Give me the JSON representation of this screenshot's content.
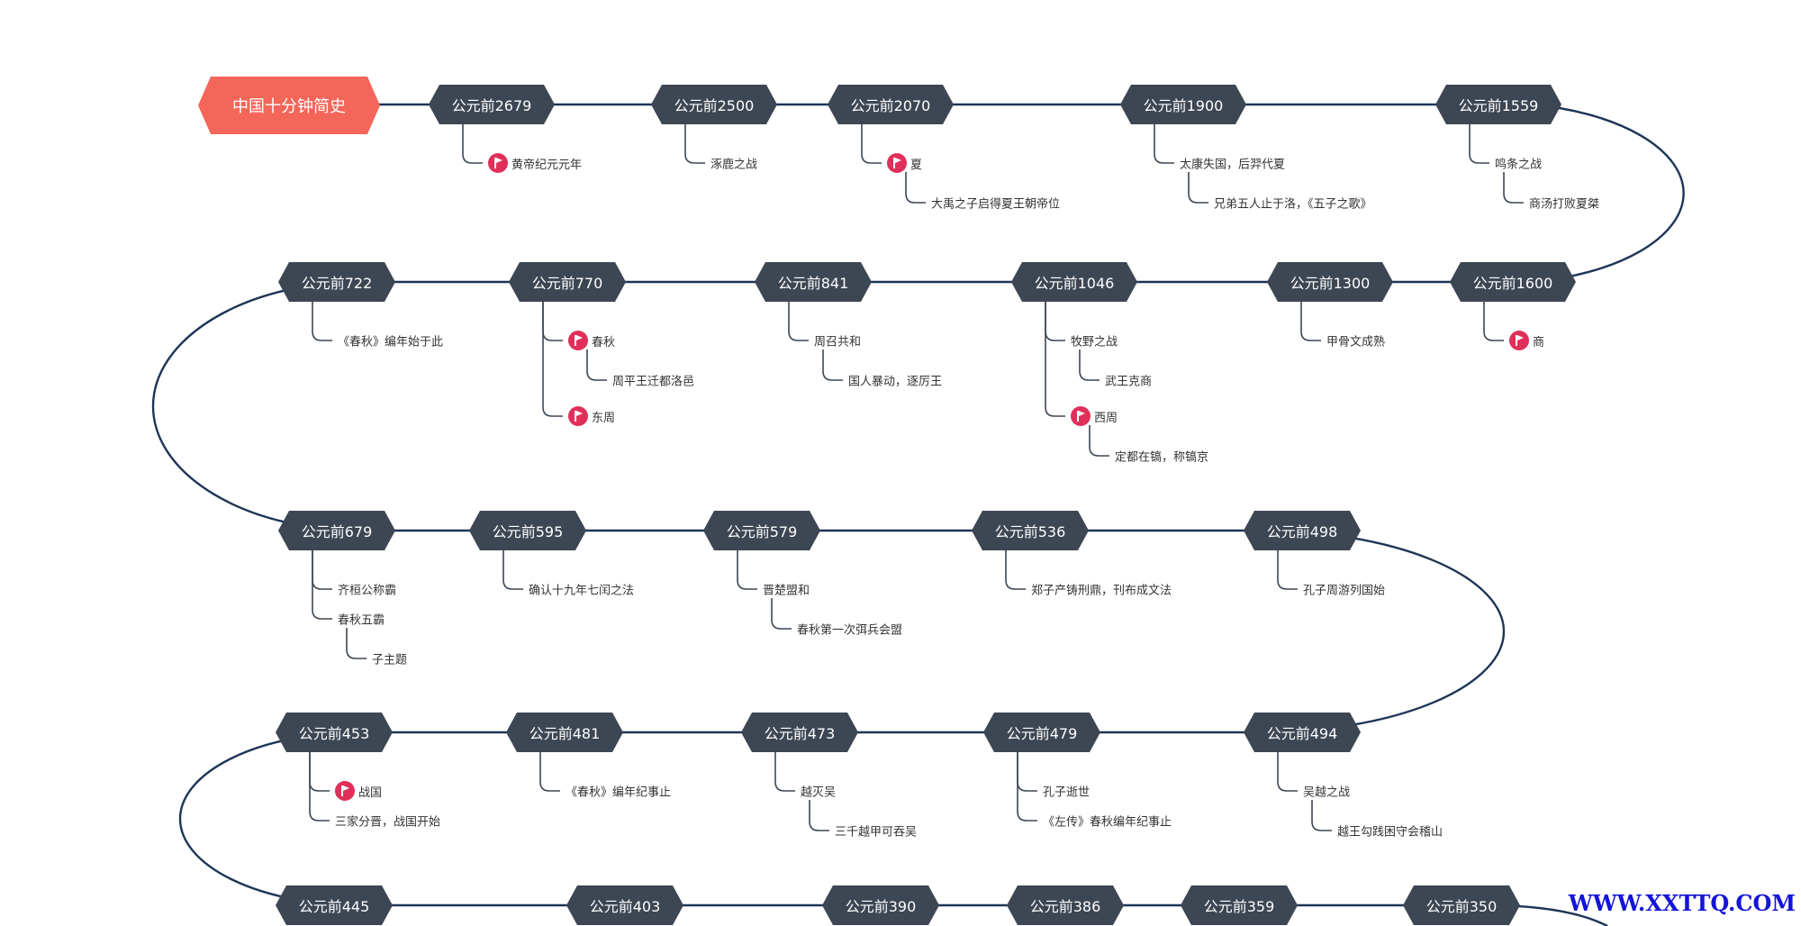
{
  "title": "中国十分钟简史",
  "watermark": "WWW.XXTTQ.COM",
  "colors": {
    "root": "#f4665a",
    "year": "#3d4653",
    "line": "#1d3557",
    "flag": "#e0305a"
  },
  "nodes": [
    {
      "year": "公元前2679",
      "topics": [
        {
          "label": "黄帝纪元元年",
          "flag": true
        }
      ]
    },
    {
      "year": "公元前2500",
      "topics": [
        {
          "label": "涿鹿之战"
        }
      ]
    },
    {
      "year": "公元前2070",
      "topics": [
        {
          "label": "夏",
          "flag": true,
          "children": [
            {
              "label": "大禹之子启得夏王朝帝位"
            }
          ]
        }
      ]
    },
    {
      "year": "公元前1900",
      "topics": [
        {
          "label": "太康失国，后羿代夏",
          "children": [
            {
              "label": "兄弟五人止于洛，《五子之歌》"
            }
          ]
        }
      ]
    },
    {
      "year": "公元前1559",
      "topics": [
        {
          "label": "鸣条之战",
          "children": [
            {
              "label": "商汤打败夏桀"
            }
          ]
        }
      ]
    },
    {
      "year": "公元前1600",
      "topics": [
        {
          "label": "商",
          "flag": true
        }
      ]
    },
    {
      "year": "公元前1300",
      "topics": [
        {
          "label": "甲骨文成熟"
        }
      ]
    },
    {
      "year": "公元前1046",
      "topics": [
        {
          "label": "牧野之战",
          "children": [
            {
              "label": "武王克商"
            }
          ]
        },
        {
          "label": "西周",
          "flag": true,
          "children": [
            {
              "label": "定都在镐，称镐京"
            }
          ]
        }
      ]
    },
    {
      "year": "公元前841",
      "topics": [
        {
          "label": "周召共和",
          "children": [
            {
              "label": "国人暴动，逐厉王"
            }
          ]
        }
      ]
    },
    {
      "year": "公元前770",
      "topics": [
        {
          "label": "春秋",
          "flag": true,
          "children": [
            {
              "label": "周平王迁都洛邑"
            }
          ]
        },
        {
          "label": "东周",
          "flag": true
        }
      ]
    },
    {
      "year": "公元前722",
      "topics": [
        {
          "label": "《春秋》编年始于此"
        }
      ]
    },
    {
      "year": "公元前679",
      "topics": [
        {
          "label": "齐桓公称霸"
        },
        {
          "label": "春秋五霸",
          "children": [
            {
              "label": "子主题"
            }
          ]
        }
      ]
    },
    {
      "year": "公元前595",
      "topics": [
        {
          "label": "确认十九年七闰之法"
        }
      ]
    },
    {
      "year": "公元前579",
      "topics": [
        {
          "label": "晋楚盟和",
          "children": [
            {
              "label": "春秋第一次弭兵会盟"
            }
          ]
        }
      ]
    },
    {
      "year": "公元前536",
      "topics": [
        {
          "label": "郑子产铸刑鼎，刊布成文法"
        }
      ]
    },
    {
      "year": "公元前498",
      "topics": [
        {
          "label": "孔子周游列国始"
        }
      ]
    },
    {
      "year": "公元前494",
      "topics": [
        {
          "label": "吴越之战",
          "children": [
            {
              "label": "越王勾践困守会稽山"
            }
          ]
        }
      ]
    },
    {
      "year": "公元前479",
      "topics": [
        {
          "label": "孔子逝世"
        },
        {
          "label": "《左传》春秋编年纪事止"
        }
      ]
    },
    {
      "year": "公元前473",
      "topics": [
        {
          "label": "越灭吴",
          "children": [
            {
              "label": "三千越甲可吞吴"
            }
          ]
        }
      ]
    },
    {
      "year": "公元前481",
      "topics": [
        {
          "label": "《春秋》编年纪事止"
        }
      ]
    },
    {
      "year": "公元前453",
      "topics": [
        {
          "label": "战国",
          "flag": true
        },
        {
          "label": "三家分晋，战国开始"
        }
      ]
    },
    {
      "year": "公元前445",
      "topics": []
    },
    {
      "year": "公元前403",
      "topics": []
    },
    {
      "year": "公元前390",
      "topics": []
    },
    {
      "year": "公元前386",
      "topics": []
    },
    {
      "year": "公元前359",
      "topics": []
    },
    {
      "year": "公元前350",
      "topics": []
    }
  ]
}
